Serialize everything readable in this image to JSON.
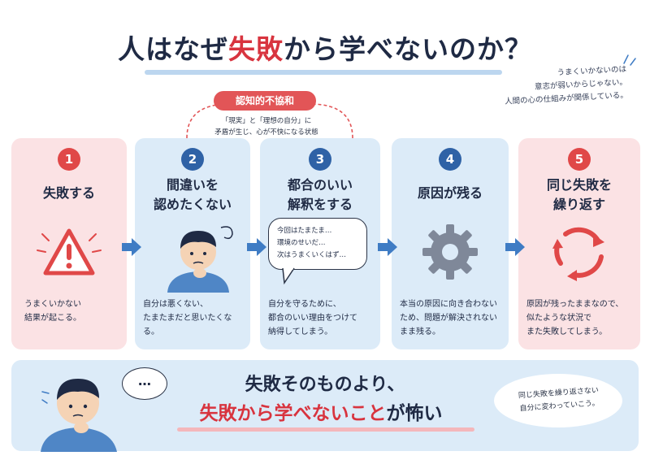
{
  "title": {
    "part1": "人はなぜ",
    "accent": "失敗",
    "part2": "から学べないのか？"
  },
  "side_note": {
    "lines": [
      "うまくいかないのは",
      "意志が弱いからじゃない。",
      "人間の心の仕組みが関係している。"
    ]
  },
  "cognitive_dissonance": {
    "label": "認知的不協和",
    "desc_lines": [
      "「現実」と「理想の自分」に",
      "矛盾が生じ、心が不快になる状態"
    ]
  },
  "steps": [
    {
      "number": "1",
      "title_lines": [
        "失敗する"
      ],
      "icon": "warning-icon",
      "desc_lines": [
        "うまくいかない",
        "結果が起こる。"
      ]
    },
    {
      "number": "2",
      "title_lines": [
        "間違いを",
        "認めたくない"
      ],
      "icon": "worried-person-icon",
      "desc_lines": [
        "自分は悪くない、",
        "たまたまだと思いたくなる。"
      ]
    },
    {
      "number": "3",
      "title_lines": [
        "都合のいい",
        "解釈をする"
      ],
      "icon": "speech-bubble-icon",
      "bubble_lines": [
        "今回はたまたま…",
        "環境のせいだ…",
        "次はうまくいくはず…"
      ],
      "desc_lines": [
        "自分を守るために、",
        "都合のいい理由をつけて",
        "納得してしまう。"
      ]
    },
    {
      "number": "4",
      "title_lines": [
        "原因が残る"
      ],
      "icon": "gear-icon",
      "desc_lines": [
        "本当の原因に向き合わない",
        "ため、問題が解決されない",
        "まま残る。"
      ]
    },
    {
      "number": "5",
      "title_lines": [
        "同じ失敗を",
        "繰り返す"
      ],
      "icon": "cycle-arrows-icon",
      "desc_lines": [
        "原因が残ったままなので、",
        "似たような状況で",
        "また失敗してしまう。"
      ]
    }
  ],
  "bottom": {
    "line1": "失敗そのものより、",
    "line2_red": "失敗から学べないこと",
    "line2_dark": "が怖い",
    "thought": "…",
    "note_lines": [
      "同じ失敗を繰り返さない",
      "自分に変わっていこう。"
    ]
  },
  "colors": {
    "red": "#d8343f",
    "navy": "#1f2a44",
    "blue_card": "#dcebf8",
    "pink_card": "#fbe2e4",
    "step_blue": "#2f62a6",
    "arrow_blue": "#3f7cc4"
  }
}
